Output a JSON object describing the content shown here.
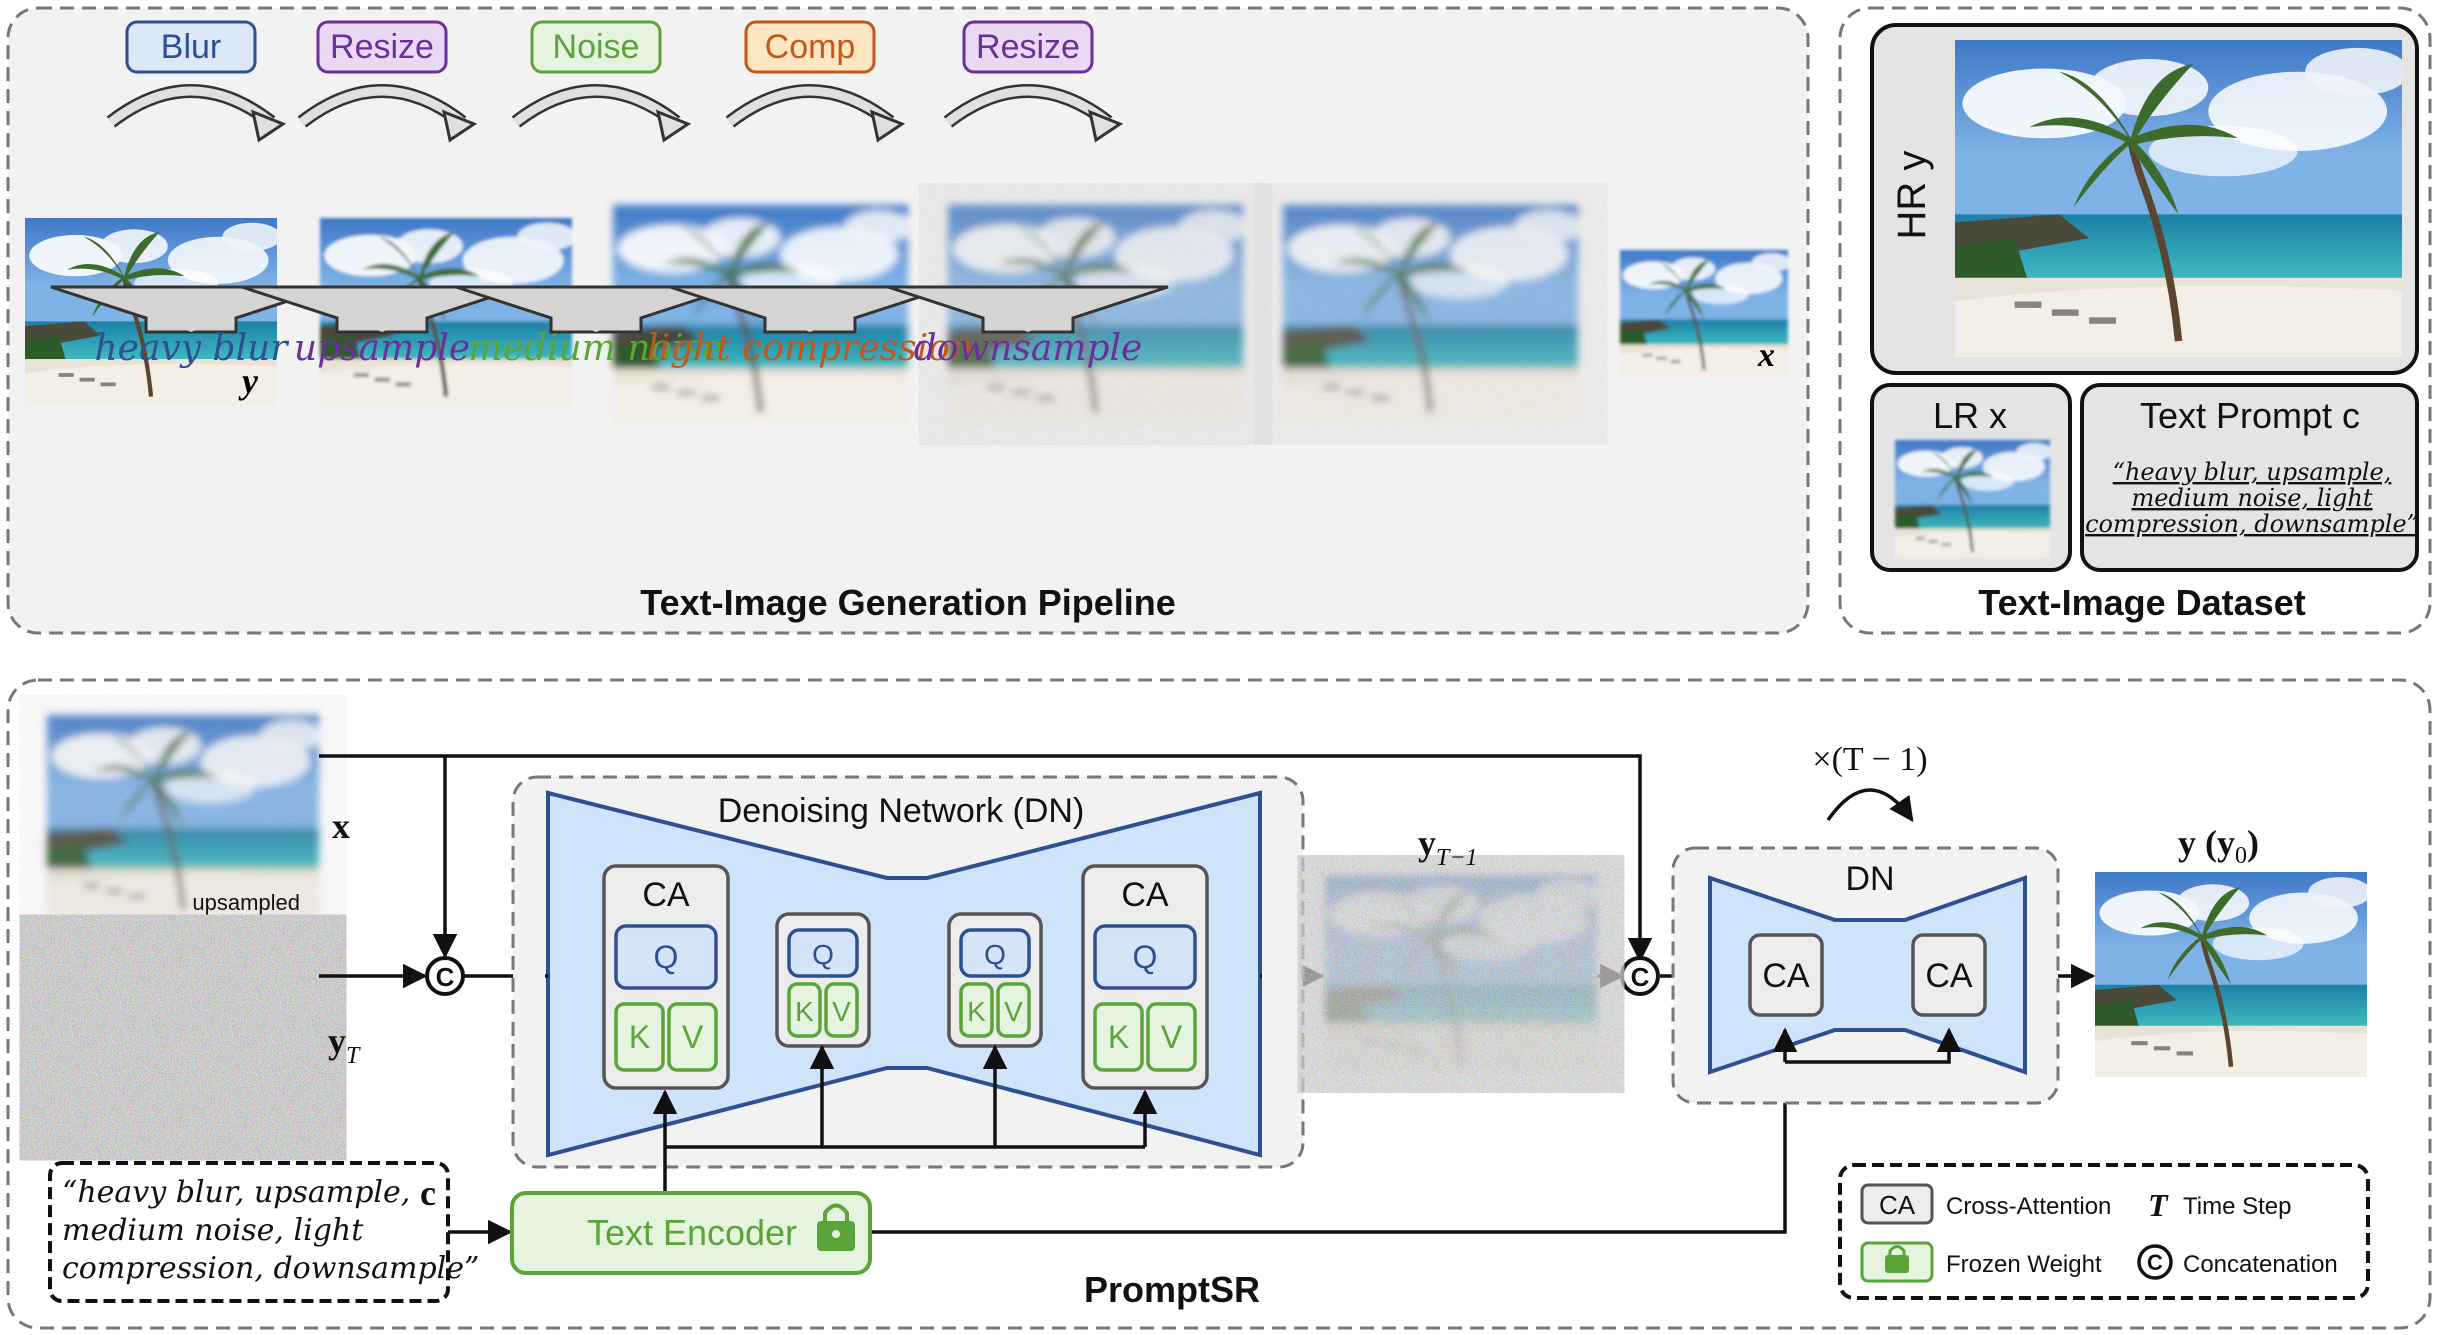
{
  "colors": {
    "blur_fill": "#dce8f7",
    "blur_stroke": "#2f4f93",
    "blur_text": "#2f4f93",
    "resize_fill": "#ead9f5",
    "resize_stroke": "#6b2f9a",
    "resize_text": "#6b2f9a",
    "noise_fill": "#e6f3df",
    "noise_stroke": "#5aa43a",
    "noise_text": "#5aa43a",
    "comp_fill": "#fde7c3",
    "comp_stroke": "#c4561c",
    "comp_text": "#c4561c",
    "panel_bg": "#f2f2f2",
    "dn_blue": "#cfe3fb",
    "dn_stroke": "#2f4f93",
    "green": "#5aa43a",
    "green_fill": "#e6f3df",
    "ca_fill": "#ececec",
    "q_fill": "#d5e4f8"
  },
  "pipeline": {
    "title": "Text-Image Generation Pipeline",
    "ops": [
      {
        "label": "Blur",
        "style": "blur"
      },
      {
        "label": "Resize",
        "style": "resize"
      },
      {
        "label": "Noise",
        "style": "noise"
      },
      {
        "label": "Comp",
        "style": "comp"
      },
      {
        "label": "Resize",
        "style": "resize"
      }
    ],
    "descriptions": [
      {
        "text": "heavy blur",
        "style": "blur"
      },
      {
        "text": "upsample",
        "style": "resize"
      },
      {
        "text": "medium noise",
        "style": "noise"
      },
      {
        "text": "light compression",
        "style": "comp"
      },
      {
        "text": "downsample",
        "style": "resize"
      }
    ],
    "first_image_label": "y",
    "last_image_label": "x"
  },
  "dataset": {
    "title": "Text-Image Dataset",
    "hr_label": "HR y",
    "lr_label": "LR x",
    "prompt_label": "Text Prompt c",
    "prompt_text": [
      "“heavy blur, upsample,",
      "medium noise, light",
      "compression, downsample”"
    ]
  },
  "promptsr": {
    "title": "PromptSR",
    "x_label": "x",
    "upsampled_label": "upsampled",
    "yT_label": "y",
    "yT_sub": "T",
    "concat_symbol": "C",
    "dn_title": "Denoising Network (DN)",
    "ca_label": "CA",
    "q_label": "Q",
    "k_label": "K",
    "v_label": "V",
    "text_encoder_label": "Text Encoder",
    "prompt_lines": [
      "“heavy blur, upsample,",
      "medium noise, light",
      "compression, downsample”"
    ],
    "prompt_c": "c",
    "yT1_label": "y",
    "yT1_sub": "T−1",
    "loop_label": "×(T − 1)",
    "dn_small_title": "DN",
    "output_label": "y (y",
    "output_sub": "0",
    "output_close": ")"
  },
  "legend": {
    "ca_box": "CA",
    "ca_text": "Cross-Attention",
    "t_symbol": "T",
    "t_text": "Time Step",
    "frozen_text": "Frozen Weight",
    "concat_text": "Concatenation",
    "concat_symbol": "C"
  }
}
